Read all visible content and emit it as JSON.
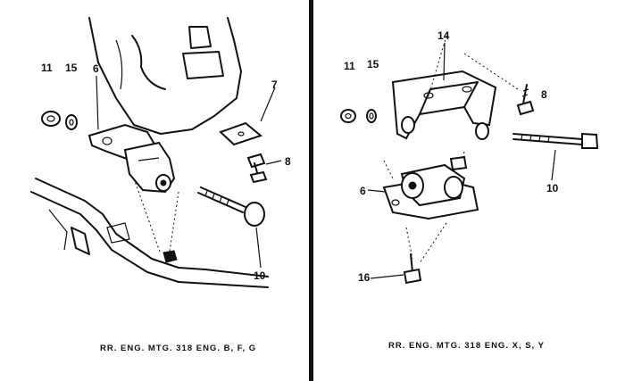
{
  "left_panel": {
    "callouts": {
      "c11": "11",
      "c15": "15",
      "c6": "6",
      "c7": "7",
      "c8": "8",
      "c10": "10"
    },
    "caption": "RR. ENG. MTG. 318 ENG.  B, F, G"
  },
  "right_panel": {
    "callouts": {
      "c14": "14",
      "c11": "11",
      "c15": "15",
      "c8": "8",
      "c10": "10",
      "c6": "6",
      "c16": "16"
    },
    "caption": "RR. ENG. MTG. 318 ENG.  X, S, Y"
  }
}
